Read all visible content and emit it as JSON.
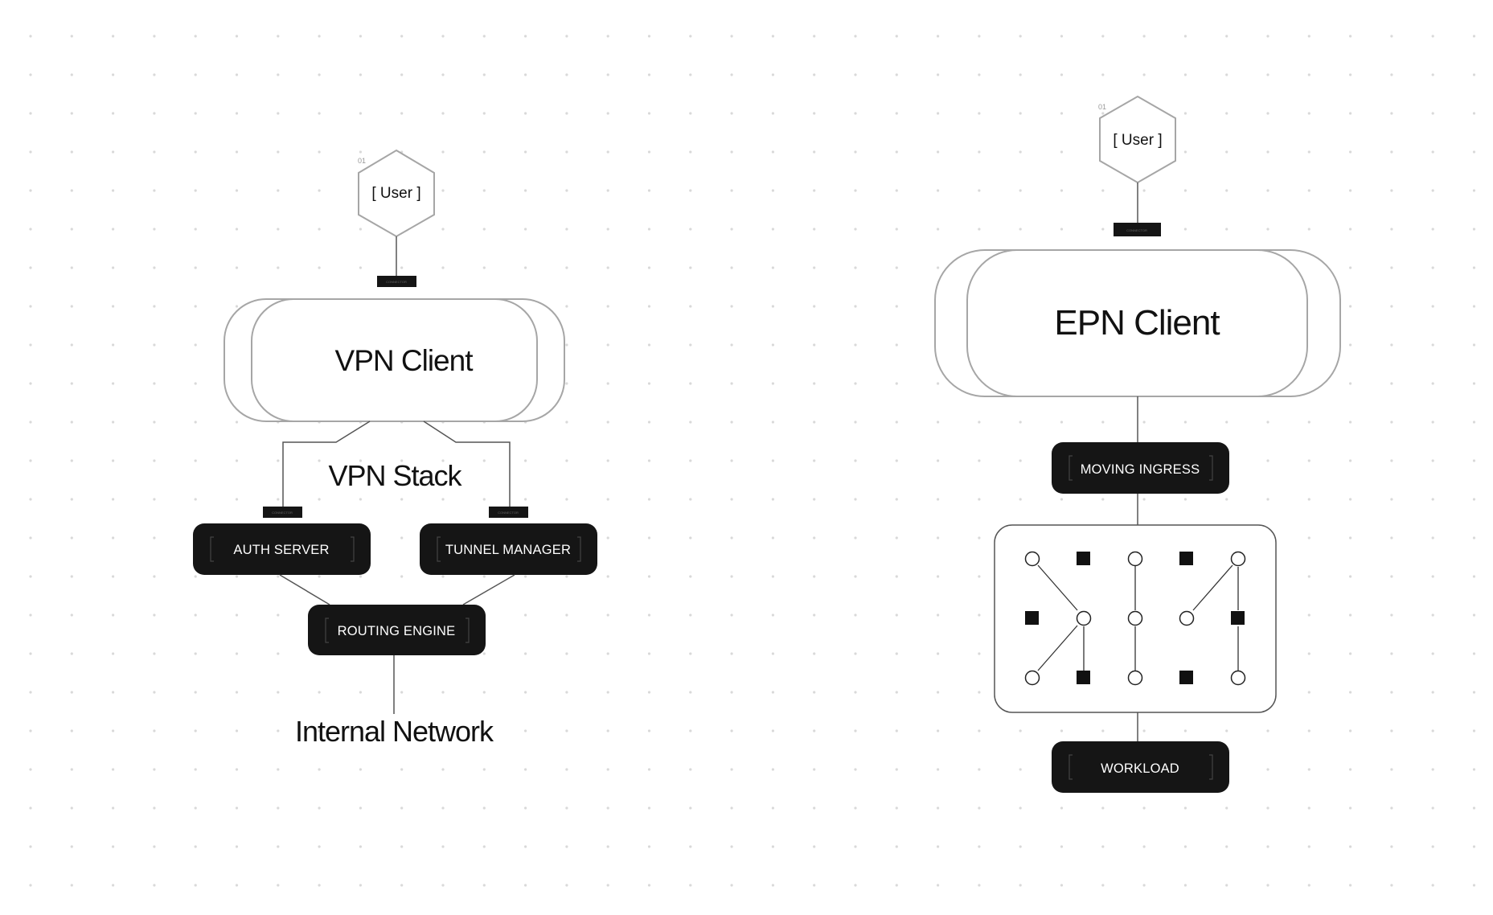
{
  "colors": {
    "dark": "#151515",
    "outline": "#a6a6a6",
    "line": "#555555",
    "dot": "#d9d9d9",
    "white": "#ffffff"
  },
  "connector_label": "CONNECTOR",
  "left": {
    "user": {
      "index": "01",
      "label": "[ User ]",
      "icon": "hexagon-icon"
    },
    "client": "VPN Client",
    "stack": "VPN Stack",
    "auth": "AUTH SERVER",
    "tunnel": "TUNNEL MANAGER",
    "routing": "ROUTING ENGINE",
    "network": "Internal Network"
  },
  "right": {
    "user": {
      "index": "01",
      "label": "[ User ]",
      "icon": "hexagon-icon"
    },
    "client": "EPN Client",
    "ingress": "MOVING INGRESS",
    "workload": "WORKLOAD",
    "grid_icons": [
      "circle-node-icon",
      "square-node-icon"
    ]
  }
}
